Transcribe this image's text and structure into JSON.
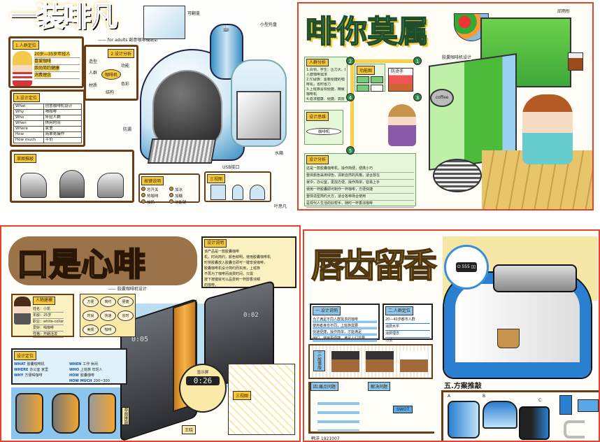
{
  "poster1": {
    "title": "一装啡凡",
    "subtitle": "—— for adults 創意咖啡機設計",
    "audience_tag": "1.人群定位",
    "audience_items": [
      "20岁—35岁年轻人",
      "喜爱咖啡",
      "崇尚简约健康",
      "消费理念"
    ],
    "mindmap_tag": "2.设计分析",
    "mindmap_center": "咖啡机",
    "mindmap_nodes": [
      "造型",
      "功能",
      "材质",
      "色彩",
      "结构",
      "人群"
    ],
    "position_tag": "3.设计定位",
    "position_rows": [
      [
        "What",
        "创意咖啡机设计"
      ],
      [
        "Why",
        "喝咖啡"
      ],
      [
        "Who",
        "年轻人群"
      ],
      [
        "When",
        "休闲时间"
      ],
      [
        "Where",
        "家里"
      ],
      [
        "How",
        "简单易操作"
      ],
      [
        "How much",
        "平价"
      ]
    ],
    "sketch_tag": "草图推敲",
    "buttons_tag": "按键说明",
    "buttons": [
      "总开关",
      "加冰",
      "热咖啡",
      "加糖",
      "加奶",
      "功能键"
    ],
    "views_tag": "三视图",
    "annotations": {
      "lid": "可翻盖",
      "cup_tray": "小型托盘",
      "usb": "USB接口",
      "tank": "水箱",
      "drip": "防漏"
    },
    "signature": "叶思凡"
  },
  "poster2": {
    "title": "啡你莫属",
    "audience_tag": "人群分析",
    "audience_text": [
      "1.白领、学生：压力大、时间少",
      "人群咖啡需求",
      "2.忙碌族：需要便捷的咖",
      "啡机，省时省力",
      "3.上班族喜欢便捷，精致",
      "咖啡机",
      "4.追求健康、便捷、高效"
    ],
    "function_tag": "功能图",
    "thinking_tag": "设计思维",
    "thinking_center": "咖啡机",
    "analysis_tag": "设计分析",
    "analysis_text": [
      "这是一款胶囊咖啡机，操作简便，便携小巧",
      "整体颜色采用绿色，清新自然的风格，适合放在",
      "家中，办公室，更加方便。操作简单，容易上手",
      "使用一杯胶囊即可制作一杯咖啡，方便快捷",
      "整体造型简约大方，适合各种场合使用",
      "是现代人生活的好帮手，随时一杯香浓咖啡"
    ],
    "steps": [
      "1",
      "2",
      "3",
      "4",
      "5"
    ],
    "handle_label": "防烫手",
    "coffee_label": "coffee",
    "machine_label": "胶囊咖啡机设计",
    "signature": "邱雨彤"
  },
  "poster3": {
    "title": "口是心啡",
    "subtitle": "—— 胶囊咖啡机设计",
    "desc_tag": "设计说明",
    "desc_text": [
      "该产品是一款胶囊咖啡",
      "机，时尚简约，颜色鲜明，使用胶囊咖啡机",
      "时将胶囊放入胶囊仓即可一键享受咖啡。",
      "胶囊咖啡机设计简约而实用，上班族",
      "不再为了咖啡而浪费时间，只需",
      "按下按键就可以品尝到一杯醇香浓郁",
      "的咖啡。"
    ],
    "persona_tag": "人物建模",
    "persona_lines": [
      "姓名：小凯",
      "年龄：25岁",
      "职业：white-collar",
      "爱好：喝咖啡",
      "性格：开朗活泼"
    ],
    "mind_nodes": [
      "方便",
      "简约",
      "便捷",
      "时尚",
      "快速",
      "省时",
      "美观",
      "咖啡"
    ],
    "w_tag": "设计定位",
    "w_items": [
      {
        "k": "WHAT",
        "v": "胶囊咖啡机"
      },
      {
        "k": "WHERE",
        "v": "办公室 家里"
      },
      {
        "k": "WHY",
        "v": "方便喝咖啡"
      },
      {
        "k": "WHEN",
        "v": "工作 休闲"
      },
      {
        "k": "WHO",
        "v": "上班族 年轻人"
      },
      {
        "k": "HOW",
        "v": "胶囊咖啡"
      },
      {
        "k": "HOW MUCH",
        "v": "200~300"
      }
    ],
    "display_label": "显示屏",
    "display_time_1": "0:05",
    "display_time_2": "0:02",
    "display_time_zoom": "0:26",
    "views_tag": "三视图",
    "sketch_tag": "草图推敲",
    "signature": "王晓"
  },
  "poster4": {
    "title": "唇齿留香",
    "desc_tag": "一.设计说明",
    "desc_lines": [
      "为了满足不同人群需求的咖啡",
      "使用者身份不同，上班族需要",
      "快速便捷，操作简单，才能满足",
      "他们，使用更便捷，满足人们需要"
    ],
    "audience_tag": "二.人群定位",
    "audience_items": [
      "20—40岁都市人群",
      "消费水平",
      "消费理念",
      "习惯"
    ],
    "story_tag": "三.故事版",
    "pain_tag": "四.痛点问题",
    "solve_tag": "解决问题",
    "swot_center": "SWOT",
    "plan_tag": "五.方案推敲",
    "plan_labels": [
      "A",
      "B",
      "C"
    ],
    "display_icons": "⏻ 555 ▯▯",
    "signature": "韩洋 1921007"
  },
  "colors": {
    "brown": "#6b3d16",
    "yellow": "#f6c93b",
    "green": "#5cc04a",
    "blue": "#2a7fd1",
    "orange": "#e59b2f",
    "red": "#e8412c"
  }
}
